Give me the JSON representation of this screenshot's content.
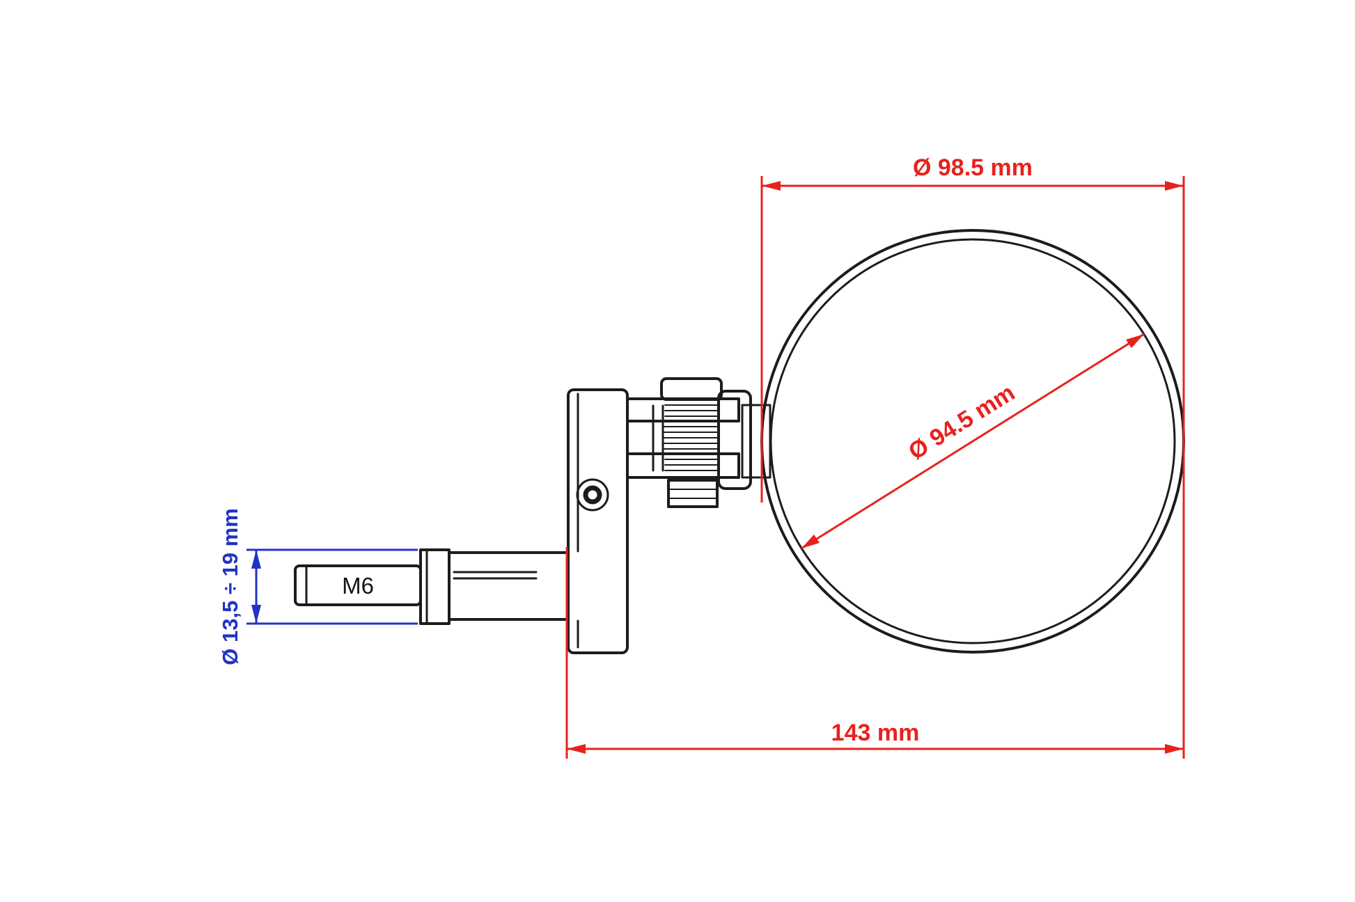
{
  "diagram": {
    "labels": {
      "outer_diameter": "Ø 98.5 mm",
      "glass_diameter": "Ø 94.5 mm",
      "overall_length": "143 mm",
      "clamp_diameter_range": "Ø 13,5 ÷ 19 mm",
      "thread_size": "M6"
    },
    "colors": {
      "dimension_red": "#e8211d",
      "dimension_blue": "#2033c5",
      "outline_black": "#1c1c1c",
      "background": "#ffffff"
    }
  }
}
